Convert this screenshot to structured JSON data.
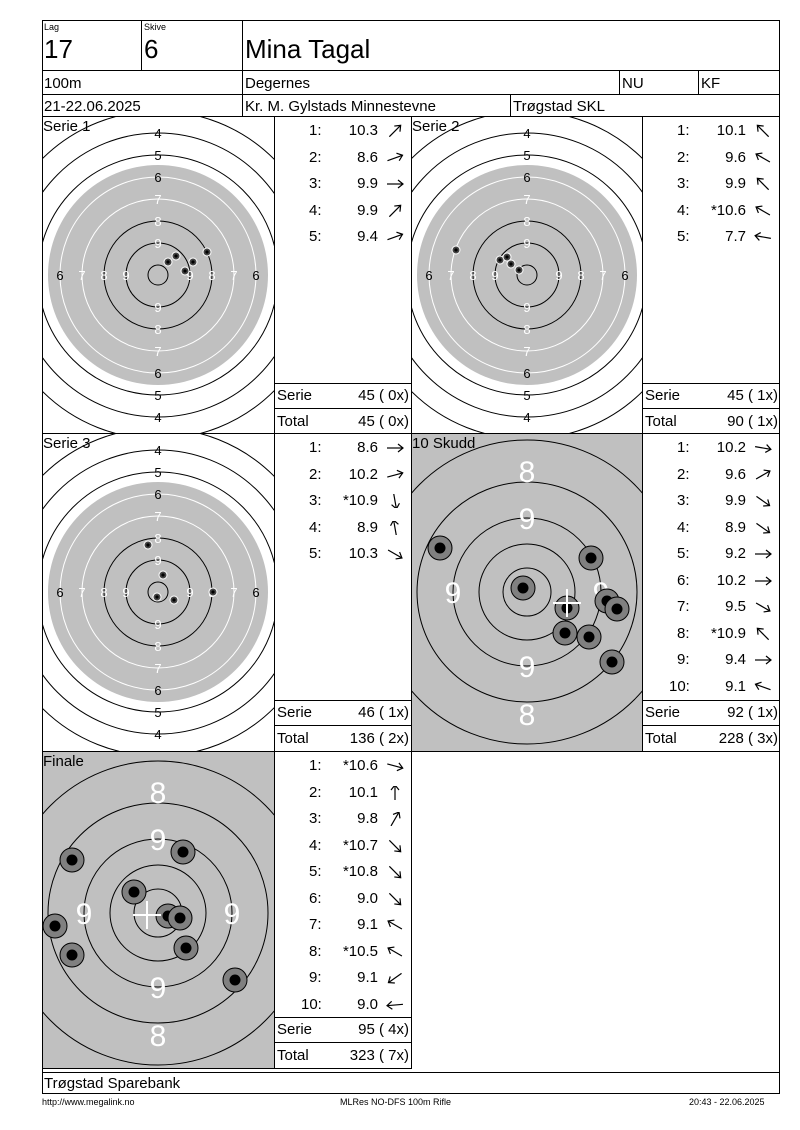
{
  "header": {
    "lag_label": "Lag",
    "lag_value": "17",
    "skive_label": "Skive",
    "skive_value": "6",
    "shooter_name": "Mina Tagal",
    "distance": "100m",
    "club": "Degernes",
    "class": "NU",
    "category": "KF",
    "date": "21-22.06.2025",
    "event": "Kr. M. Gylstads Minnestevne",
    "organizer": "Trøgstad SKL"
  },
  "series": [
    {
      "title": "Serie 1",
      "shots": [
        {
          "num": "1:",
          "value": "10.3",
          "arrow": 45
        },
        {
          "num": "2:",
          "value": "8.6",
          "arrow": 20
        },
        {
          "num": "3:",
          "value": "9.9",
          "arrow": 0
        },
        {
          "num": "4:",
          "value": "9.9",
          "arrow": 45
        },
        {
          "num": "5:",
          "value": "9.4",
          "arrow": 20
        }
      ],
      "serie_label": "Serie",
      "serie_value": "45 ( 0x)",
      "total_label": "Total",
      "total_value": "45 ( 0x)"
    },
    {
      "title": "Serie 2",
      "shots": [
        {
          "num": "1:",
          "value": "10.1",
          "arrow": 135
        },
        {
          "num": "2:",
          "value": "9.6",
          "arrow": 150
        },
        {
          "num": "3:",
          "value": "9.9",
          "arrow": 135
        },
        {
          "num": "4:",
          "value": "*10.6",
          "arrow": 150
        },
        {
          "num": "5:",
          "value": "7.7",
          "arrow": 170
        }
      ],
      "serie_label": "Serie",
      "serie_value": "45 ( 1x)",
      "total_label": "Total",
      "total_value": "90 ( 1x)"
    },
    {
      "title": "Serie 3",
      "shots": [
        {
          "num": "1:",
          "value": "8.6",
          "arrow": 0
        },
        {
          "num": "2:",
          "value": "10.2",
          "arrow": 15
        },
        {
          "num": "3:",
          "value": "*10.9",
          "arrow": -80
        },
        {
          "num": "4:",
          "value": "8.9",
          "arrow": 100
        },
        {
          "num": "5:",
          "value": "10.3",
          "arrow": -30
        }
      ],
      "serie_label": "Serie",
      "serie_value": "46 ( 1x)",
      "total_label": "Total",
      "total_value": "136 ( 2x)"
    },
    {
      "title": "10 Skudd",
      "shots": [
        {
          "num": "1:",
          "value": "10.2",
          "arrow": -10
        },
        {
          "num": "2:",
          "value": "9.6",
          "arrow": 30
        },
        {
          "num": "3:",
          "value": "9.9",
          "arrow": -35
        },
        {
          "num": "4:",
          "value": "8.9",
          "arrow": -35
        },
        {
          "num": "5:",
          "value": "9.2",
          "arrow": 0
        },
        {
          "num": "6:",
          "value": "10.2",
          "arrow": 0
        },
        {
          "num": "7:",
          "value": "9.5",
          "arrow": -30
        },
        {
          "num": "8:",
          "value": "*10.9",
          "arrow": 135
        },
        {
          "num": "9:",
          "value": "9.4",
          "arrow": 0
        },
        {
          "num": "10:",
          "value": "9.1",
          "arrow": 160
        }
      ],
      "serie_label": "Serie",
      "serie_value": "92 ( 1x)",
      "total_label": "Total",
      "total_value": "228 ( 3x)"
    },
    {
      "title": "Finale",
      "shots": [
        {
          "num": "1:",
          "value": "*10.6",
          "arrow": -15
        },
        {
          "num": "2:",
          "value": "10.1",
          "arrow": 90
        },
        {
          "num": "3:",
          "value": "9.8",
          "arrow": 60
        },
        {
          "num": "4:",
          "value": "*10.7",
          "arrow": -45
        },
        {
          "num": "5:",
          "value": "*10.8",
          "arrow": -45
        },
        {
          "num": "6:",
          "value": "9.0",
          "arrow": -45
        },
        {
          "num": "7:",
          "value": "9.1",
          "arrow": 150
        },
        {
          "num": "8:",
          "value": "*10.5",
          "arrow": 150
        },
        {
          "num": "9:",
          "value": "9.1",
          "arrow": 215
        },
        {
          "num": "10:",
          "value": "9.0",
          "arrow": 185
        }
      ],
      "serie_label": "Serie",
      "serie_value": "95 ( 4x)",
      "total_label": "Total",
      "total_value": "323 ( 7x)"
    }
  ],
  "targets": {
    "ring_labels_full": [
      "4",
      "5",
      "6",
      "7",
      "8",
      "9"
    ],
    "ring_labels_zoom": [
      "8",
      "9"
    ]
  },
  "footer": {
    "sponsor": "Trøgstad Sparebank",
    "url": "http://www.megalink.no",
    "software": "MLRes NO-DFS 100m Rifle",
    "timestamp": "20:43 - 22.06.2025"
  }
}
